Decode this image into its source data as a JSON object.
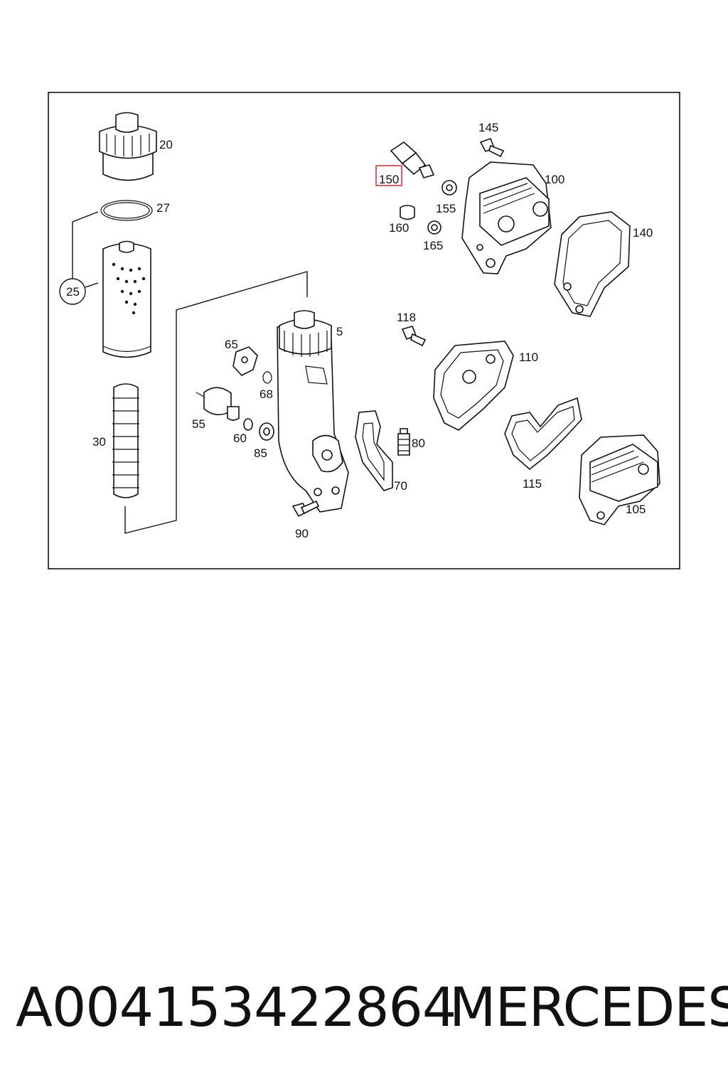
{
  "diagram": {
    "highlighted_callout": "150",
    "highlight_color": "#d9363e",
    "callouts": [
      "20",
      "27",
      "25",
      "30",
      "5",
      "65",
      "68",
      "55",
      "60",
      "85",
      "90",
      "70",
      "80",
      "145",
      "150",
      "155",
      "160",
      "165",
      "100",
      "140",
      "118",
      "110",
      "115",
      "105"
    ]
  },
  "footer": {
    "part_number": "A004153422864",
    "brand": "MERCEDES"
  }
}
